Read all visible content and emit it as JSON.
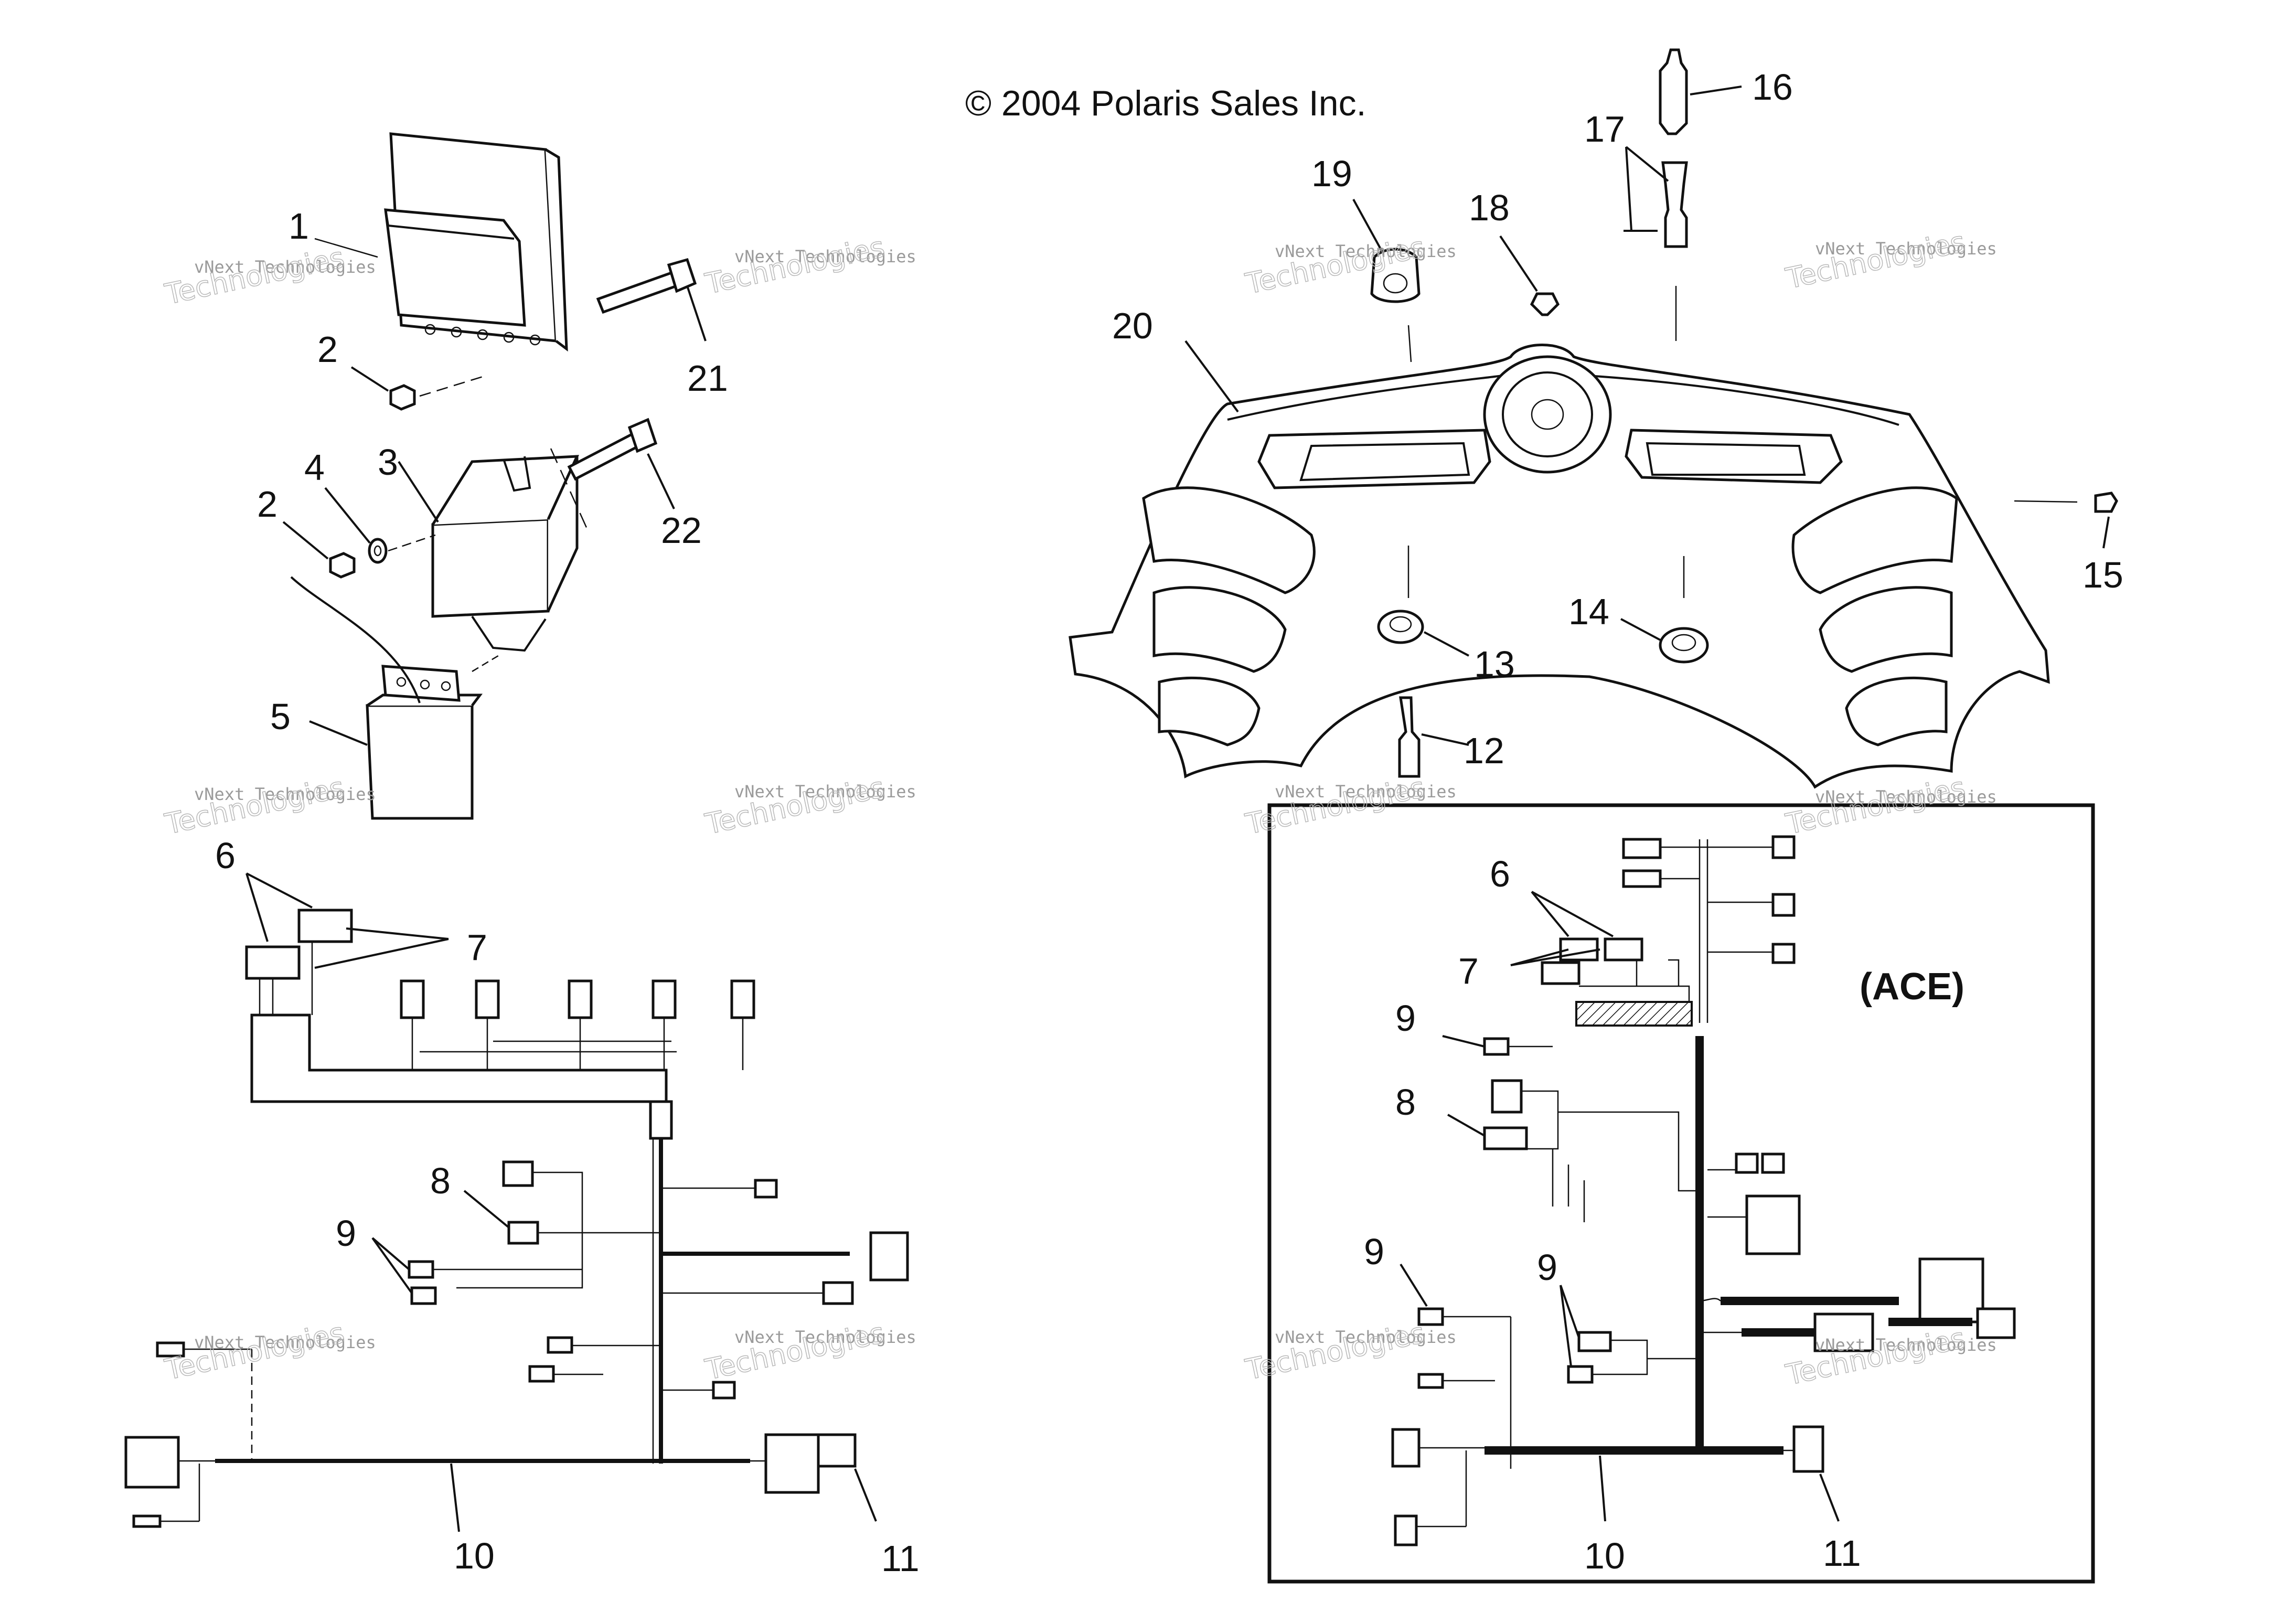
{
  "copyright": "© 2004 Polaris Sales Inc.",
  "inset_label": "(ACE)",
  "watermark": {
    "line1": "vNext Technologies",
    "line2": "Technologies"
  },
  "callouts": {
    "c1": "1",
    "c2a": "2",
    "c2b": "2",
    "c3": "3",
    "c4": "4",
    "c5": "5",
    "c6": "6",
    "c7": "7",
    "c8": "8",
    "c9": "9",
    "c10": "10",
    "c11": "11",
    "c12": "12",
    "c13": "13",
    "c14": "14",
    "c15": "15",
    "c16": "16",
    "c17": "17",
    "c18": "18",
    "c19": "19",
    "c20": "20",
    "c21": "21",
    "c22": "22",
    "ace_c6": "6",
    "ace_c7": "7",
    "ace_c8": "8",
    "ace_c9a": "9",
    "ace_c9b": "9",
    "ace_c9c": "9",
    "ace_c10": "10",
    "ace_c11": "11"
  }
}
